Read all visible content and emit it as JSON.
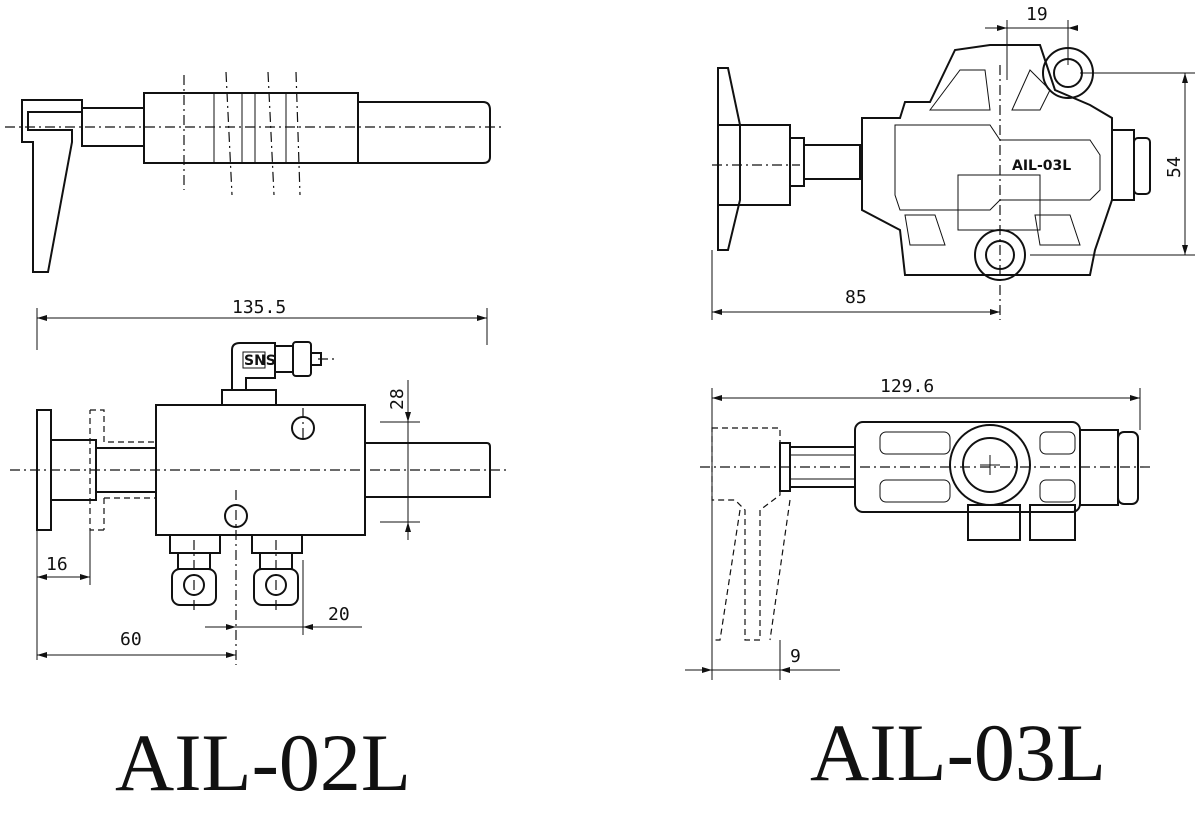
{
  "models": {
    "left": "AIL-02L",
    "right": "AIL-03L",
    "body_label": "AIL-03L",
    "nut_label": "SNS"
  },
  "dimensions": {
    "left_overall": "135.5",
    "left_height": "28",
    "left_flange": "16",
    "left_offset": "60",
    "left_pitch": "20",
    "right_top": "19",
    "right_height": "54",
    "right_offset": "85",
    "right_overall": "129.6",
    "right_flange": "9"
  }
}
